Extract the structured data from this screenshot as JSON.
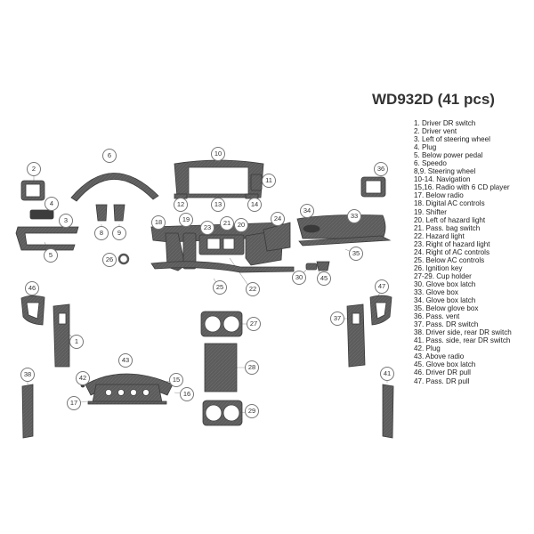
{
  "kit": {
    "title": "WD932D (41 pcs)"
  },
  "legend": [
    "1. Driver DR switch",
    "2. Driver vent",
    "3. Left of steering wheel",
    "4. Plug",
    "5. Below power pedal",
    "6. Speedo",
    "8,9. Steering wheel",
    "10-14. Navigation",
    "15,16. Radio with 6 CD player",
    "17. Below radio",
    "18. Digital AC controls",
    "19. Shifter",
    "20. Left of hazard light",
    "21. Pass. bag switch",
    "22. Hazard light",
    "23. Right of hazard light",
    "24. Right of AC controls",
    "25. Below AC controls",
    "26. Ignition key",
    "27-29. Cup holder",
    "30. Glove box latch",
    "33. Glove box",
    "34. Glove box latch",
    "35. Below glove box",
    "36. Pass. vent",
    "37. Pass. DR switch",
    "38. Driver side, rear DR switch",
    "41. Pass. side, rear DR switch",
    "42. Plug",
    "43. Above radio",
    "45. Glove box latch",
    "46. Driver DR pull",
    "47. Pass. DR pull"
  ],
  "callouts": {
    "c1": "1",
    "c2": "2",
    "c3": "3",
    "c4": "4",
    "c5": "5",
    "c6": "6",
    "c8": "8",
    "c9": "9",
    "c10": "10",
    "c11": "11",
    "c12": "12",
    "c13": "13",
    "c14": "14",
    "c15": "15",
    "c16": "16",
    "c17": "17",
    "c18": "18",
    "c19": "19",
    "c20": "20",
    "c21": "21",
    "c22": "22",
    "c23": "23",
    "c24": "24",
    "c25": "25",
    "c26": "26",
    "c27": "27",
    "c28": "28",
    "c29": "29",
    "c30": "30",
    "c33": "33",
    "c34": "34",
    "c35": "35",
    "c36": "36",
    "c37": "37",
    "c38": "38",
    "c41": "41",
    "c42": "42",
    "c43": "43",
    "c45": "45",
    "c46": "46",
    "c47": "47"
  },
  "colors": {
    "piece_fill": "#5a5a5a",
    "piece_dark": "#3e3e3e",
    "callout_border": "#777777",
    "leader_line": "#9a9a9a"
  }
}
